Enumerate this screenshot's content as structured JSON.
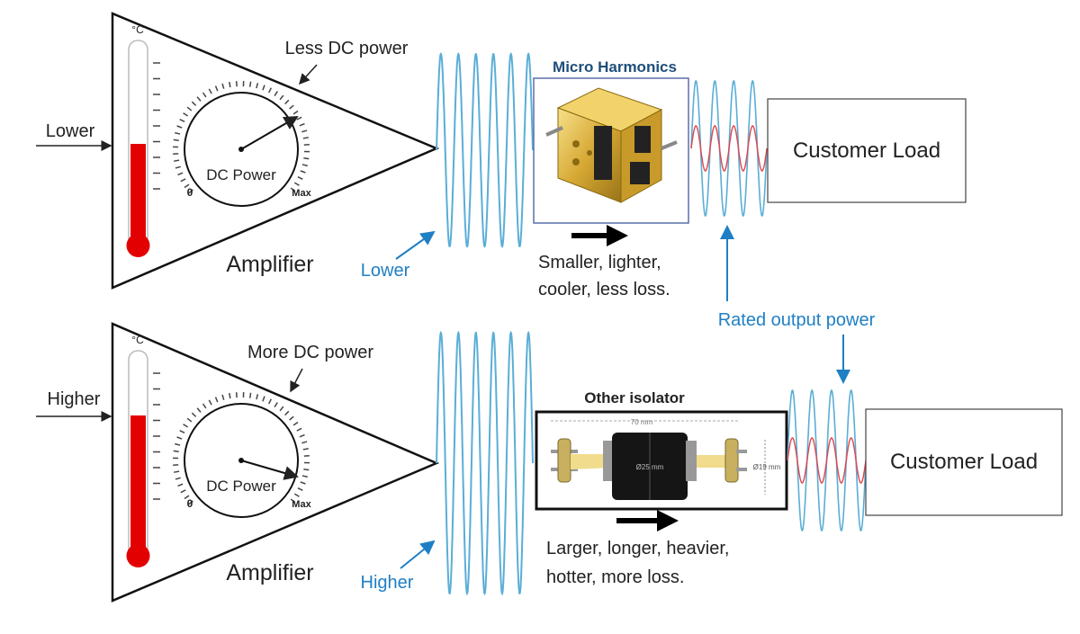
{
  "colors": {
    "wave_blue": "#5aaed6",
    "wave_red": "#e0454b",
    "label_blue": "#1f7fc4",
    "brand": "#1f4e79",
    "thermo_red": "#e30000"
  },
  "top": {
    "input_label": "Lower",
    "dc_label": "Less DC power",
    "dial_label": "DC Power",
    "dial_min": "0",
    "dial_max": "Max",
    "thermo_unit": "°C",
    "amplifier_label": "Amplifier",
    "output_label": "Lower",
    "isolator_title": "Micro Harmonics",
    "desc_line1": "Smaller, lighter,",
    "desc_line2": "cooler, less loss.",
    "load_label": "Customer Load"
  },
  "rated_output_label": "Rated output power",
  "bottom": {
    "input_label": "Higher",
    "dc_label": "More DC power",
    "dial_label": "DC Power",
    "dial_min": "0",
    "dial_max": "Max",
    "thermo_unit": "°C",
    "amplifier_label": "Amplifier",
    "output_label": "Higher",
    "isolator_title": "Other isolator",
    "dim_length": "70 mm",
    "dim_body": "Ø25 mm",
    "dim_flange": "Ø19 mm",
    "desc_line1": "Larger, longer, heavier,",
    "desc_line2": "hotter, more loss.",
    "load_label": "Customer Load"
  }
}
